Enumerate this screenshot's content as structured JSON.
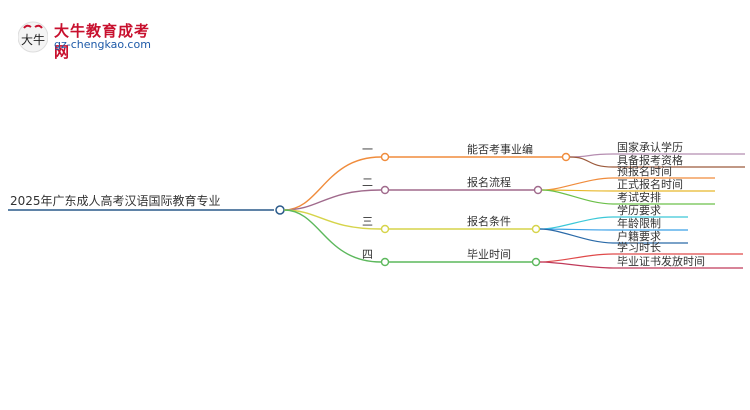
{
  "logo": {
    "brand_text": "大牛教育成考网",
    "url_text": "gz-chengkao.com",
    "mark_char": "大牛"
  },
  "mindmap": {
    "root": "2025年广东成人高考汉语国际教育专业",
    "branches": [
      {
        "number": "一",
        "label": "能否考事业编",
        "color": "#f08c3c",
        "children": [
          {
            "label": "国家承认学历",
            "color": "#b58db0"
          },
          {
            "label": "具备报考资格",
            "color": "#9c5a3c"
          }
        ]
      },
      {
        "number": "二",
        "label": "报名流程",
        "color": "#a06a8c",
        "children": [
          {
            "label": "预报名时间",
            "color": "#f08c3c"
          },
          {
            "label": "正式报名时间",
            "color": "#e8b82a"
          },
          {
            "label": "考试安排",
            "color": "#6cc04a"
          }
        ]
      },
      {
        "number": "三",
        "label": "报名条件",
        "color": "#d6d44a",
        "children": [
          {
            "label": "学历要求",
            "color": "#3cc8d8"
          },
          {
            "label": "年龄限制",
            "color": "#3aa0e8"
          },
          {
            "label": "户籍要求",
            "color": "#2a6aa8"
          }
        ]
      },
      {
        "number": "四",
        "label": "毕业时间",
        "color": "#5cb85c",
        "children": [
          {
            "label": "学习时长",
            "color": "#e04a4a"
          },
          {
            "label": "毕业证书发放时间",
            "color": "#c03a5a"
          }
        ]
      }
    ]
  }
}
